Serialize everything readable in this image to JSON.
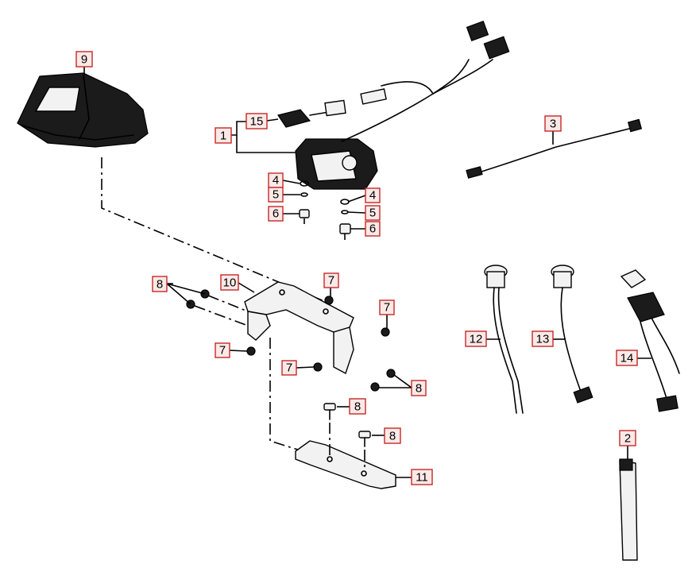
{
  "callouts": {
    "c1": "1",
    "c2": "2",
    "c3": "3",
    "c4a": "4",
    "c4b": "4",
    "c5a": "5",
    "c5b": "5",
    "c6a": "6",
    "c6b": "6",
    "c7a": "7",
    "c7b": "7",
    "c7c": "7",
    "c7d": "7",
    "c8a": "8",
    "c8b": "8",
    "c8c": "8",
    "c8d": "8",
    "c9": "9",
    "c10": "10",
    "c11": "11",
    "c12": "12",
    "c13": "13",
    "c14": "14",
    "c15": "15"
  },
  "colors": {
    "callout_border": "#c62828",
    "callout_fill": "#fbe9e7",
    "line": "#000000"
  }
}
